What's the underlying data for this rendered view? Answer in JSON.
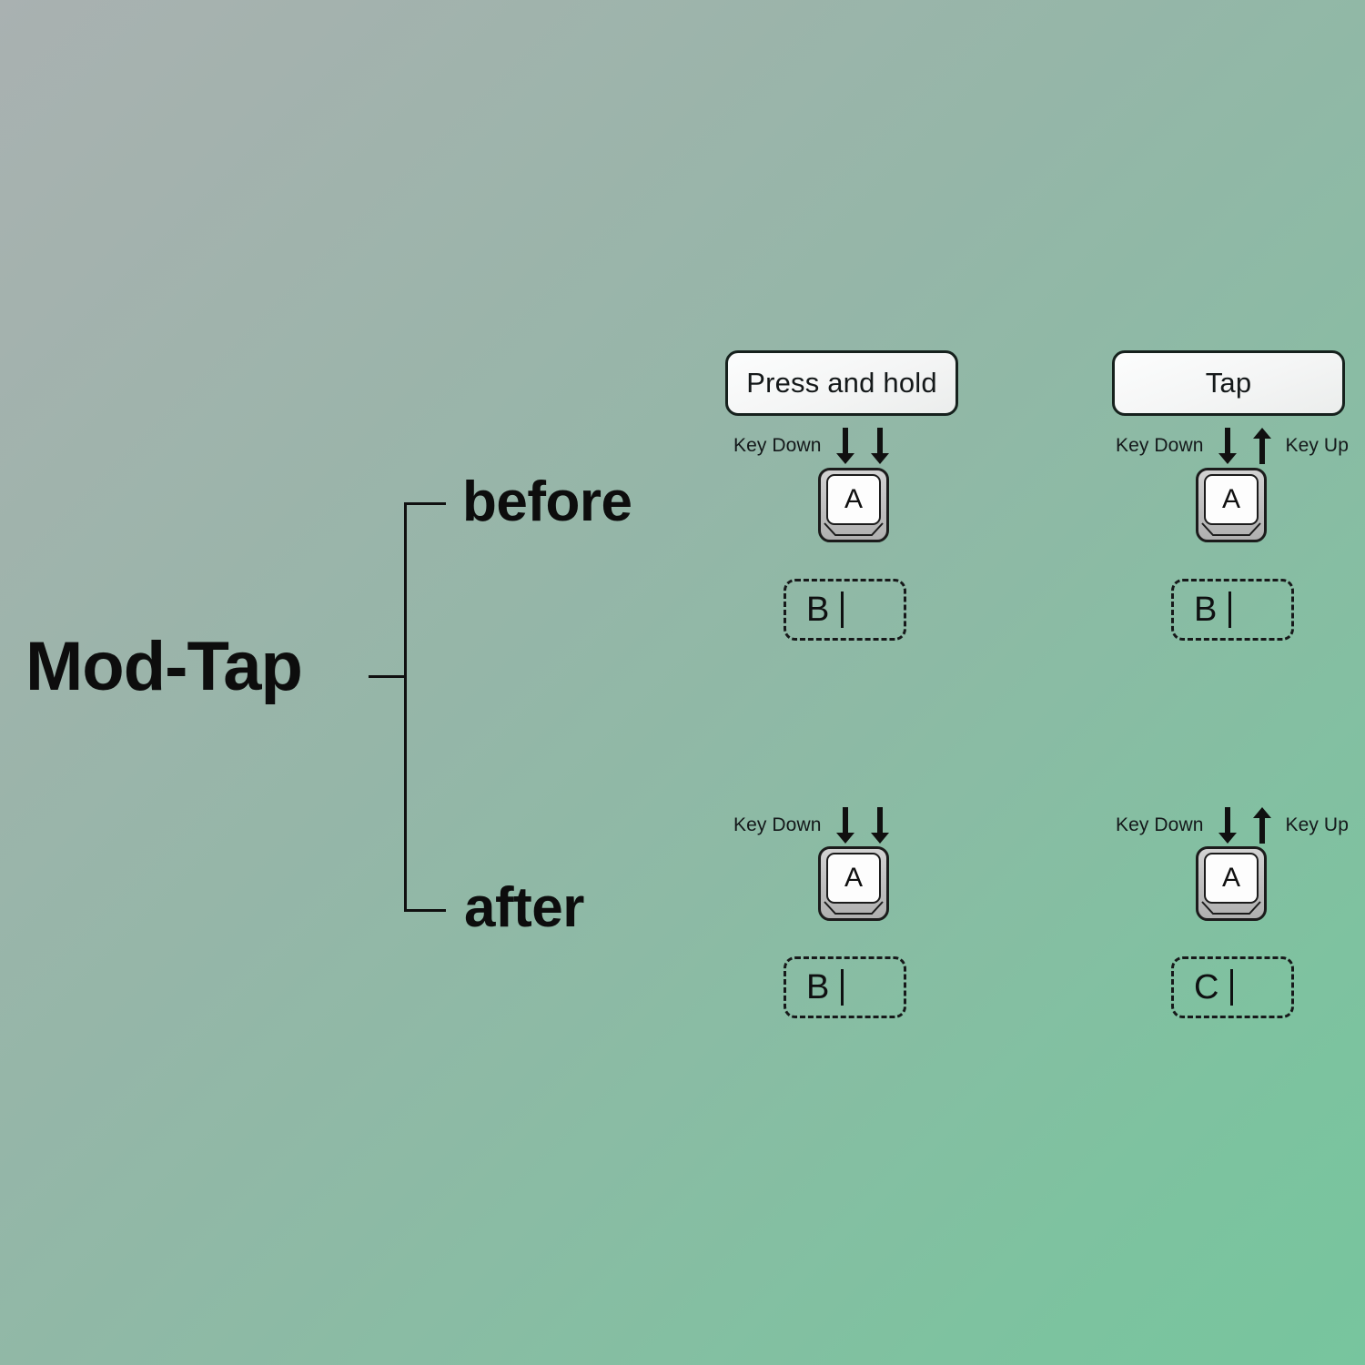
{
  "figure": {
    "title": "Mod-Tap",
    "branches": [
      {
        "id": "before",
        "label": "before"
      },
      {
        "id": "after",
        "label": "after"
      }
    ],
    "columns": [
      {
        "id": "press-and-hold",
        "header": "Press and hold"
      },
      {
        "id": "tap",
        "header": "Tap"
      }
    ],
    "background": {
      "from_color": "#a9b1b1",
      "to_color": "#77c59e",
      "direction": "135deg"
    },
    "ink_color": "#101010"
  },
  "cells": [
    {
      "id": "before-press-and-hold",
      "row": "before",
      "column": "press-and-hold",
      "left_event_label": "Key Down",
      "right_event_label": "",
      "arrows": [
        "down",
        "down"
      ],
      "key_label": "A",
      "output_char": "B",
      "caret": true
    },
    {
      "id": "before-tap",
      "row": "before",
      "column": "tap",
      "left_event_label": "Key Down",
      "right_event_label": "Key Up",
      "arrows": [
        "down",
        "up"
      ],
      "key_label": "A",
      "output_char": "B",
      "caret": true
    },
    {
      "id": "after-press-and-hold",
      "row": "after",
      "column": "press-and-hold",
      "left_event_label": "Key Down",
      "right_event_label": "",
      "arrows": [
        "down",
        "down"
      ],
      "key_label": "A",
      "output_char": "B",
      "caret": true
    },
    {
      "id": "after-tap",
      "row": "after",
      "column": "tap",
      "left_event_label": "Key Down",
      "right_event_label": "Key Up",
      "arrows": [
        "down",
        "up"
      ],
      "key_label": "A",
      "output_char": "C",
      "caret": true
    }
  ],
  "icons": {
    "arrow_down": "arrow-down-icon",
    "arrow_up": "arrow-up-icon",
    "keycap": "keycap-icon",
    "text_caret": "text-caret-icon"
  }
}
